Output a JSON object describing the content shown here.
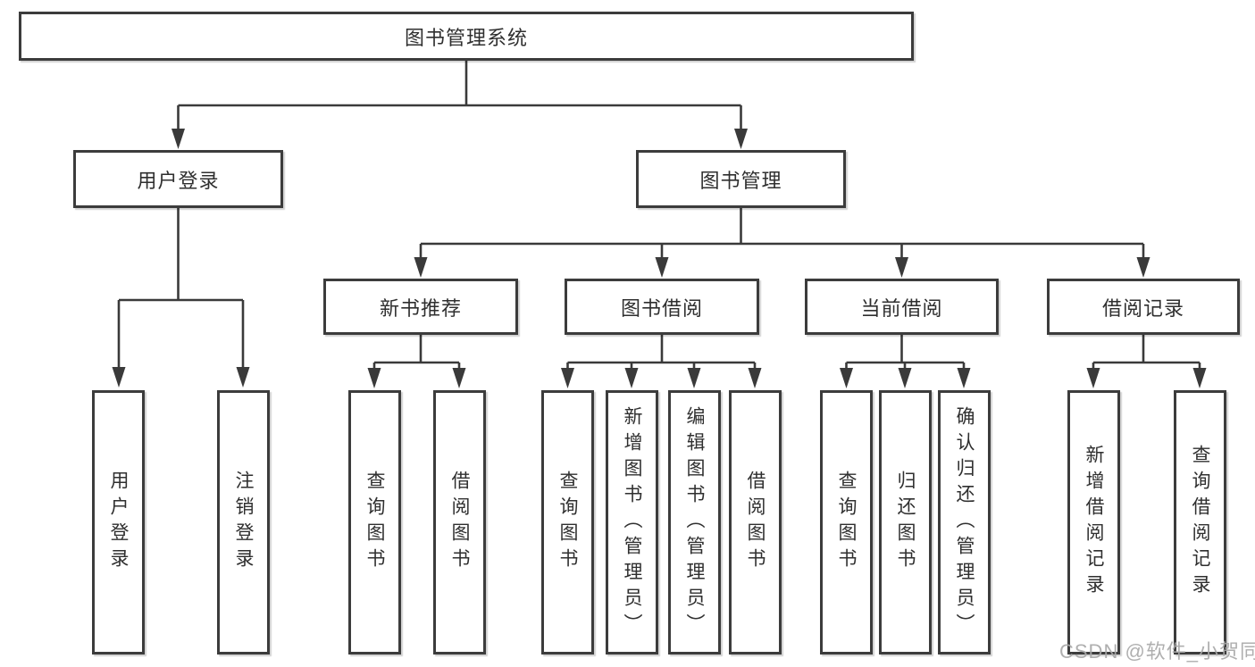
{
  "diagram": {
    "watermark": "CSDN @软件_小贺同学",
    "colors": {
      "line": "#3a3a3a",
      "border": "#3c3c3c",
      "text": "#2f2f2f",
      "watermark": "#a8a8a8"
    },
    "tree": {
      "root": "图书管理系统",
      "branches": [
        {
          "label": "用户登录",
          "children": [
            "用户登录",
            "注销登录"
          ]
        },
        {
          "label": "图书管理",
          "groups": [
            {
              "label": "新书推荐",
              "children": [
                "查询图书",
                "借阅图书"
              ]
            },
            {
              "label": "图书借阅",
              "children": [
                "查询图书",
                "新增图书（管理员）",
                "编辑图书（管理员）",
                "借阅图书"
              ]
            },
            {
              "label": "当前借阅",
              "children": [
                "查询图书",
                "归还图书",
                "确认归还（管理员）"
              ]
            },
            {
              "label": "借阅记录",
              "children": [
                "新增借阅记录",
                "查询借阅记录"
              ]
            }
          ]
        }
      ]
    }
  }
}
